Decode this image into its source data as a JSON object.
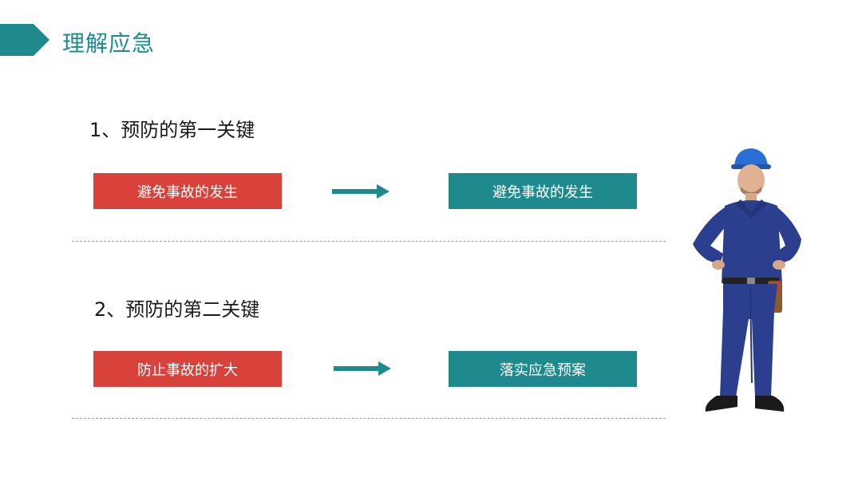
{
  "page": {
    "title": "理解应急"
  },
  "sections": [
    {
      "heading": "1、预防的第一关键",
      "left_box": "避免事故的发生",
      "right_box": "避免事故的发生"
    },
    {
      "heading": "2、预防的第二关键",
      "left_box": "防止事故的扩大",
      "right_box": "落实应急预案"
    }
  ],
  "colors": {
    "accent": "#1e8a8e",
    "warning": "#d9423a",
    "title": "#1a8c92"
  },
  "illustration": {
    "icon": "construction-worker-icon"
  }
}
